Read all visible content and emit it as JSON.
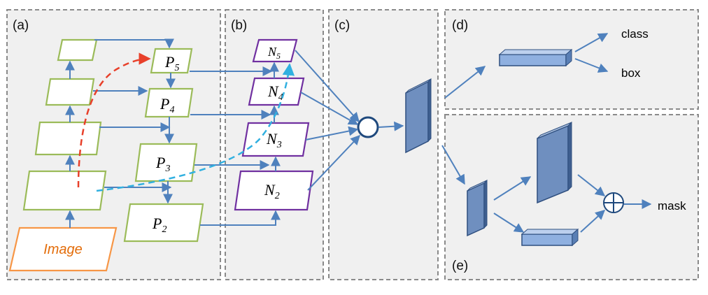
{
  "panels": {
    "a": "(a)",
    "b": "(b)",
    "c": "(c)",
    "d": "(d)",
    "e": "(e)"
  },
  "input": {
    "label": "Image"
  },
  "fpn": [
    {
      "base": "P",
      "sub": "5"
    },
    {
      "base": "P",
      "sub": "4"
    },
    {
      "base": "P",
      "sub": "3"
    },
    {
      "base": "P",
      "sub": "2"
    }
  ],
  "pan": [
    {
      "base": "N",
      "sub": "5"
    },
    {
      "base": "N",
      "sub": "4"
    },
    {
      "base": "N",
      "sub": "3"
    },
    {
      "base": "N",
      "sub": "2"
    }
  ],
  "outputs": {
    "class": "class",
    "box": "box",
    "mask": "mask"
  },
  "colors": {
    "backbone_border": "#9bbb59",
    "pan_border": "#7030a0",
    "image_border": "#f79646",
    "image_text": "#e36c09",
    "arrow": "#4f81bd",
    "red_path": "#e8402a",
    "cyan_path": "#31b0e0",
    "feature_block": "#6f8fbf"
  }
}
